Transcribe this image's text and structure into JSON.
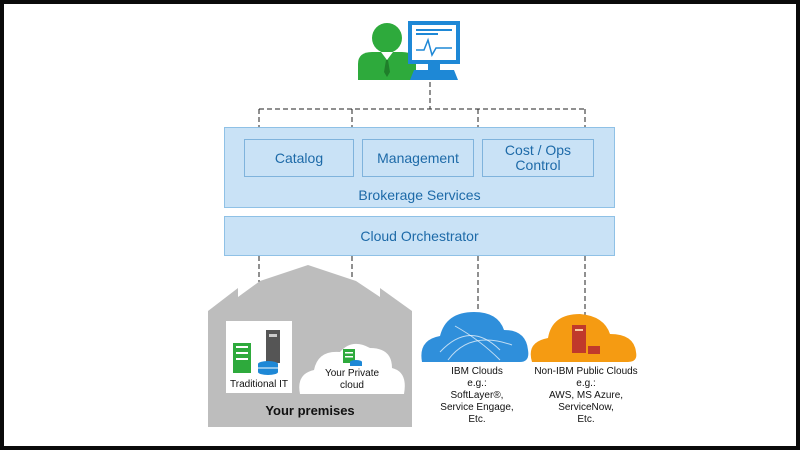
{
  "services": {
    "catalog": "Catalog",
    "management": "Management",
    "cost_ops_line1": "Cost / Ops",
    "cost_ops_line2": "Control",
    "brokerage": "Brokerage Services"
  },
  "orchestrator": "Cloud Orchestrator",
  "premises": {
    "traditional_it": "Traditional IT",
    "private_cloud_line1": "Your Private",
    "private_cloud_line2": "cloud",
    "label": "Your premises"
  },
  "ibm_clouds": {
    "lines": [
      "IBM Clouds",
      "e.g.:",
      "SoftLayer®,",
      "Service Engage,",
      "Etc."
    ]
  },
  "non_ibm_clouds": {
    "lines": [
      "Non-IBM Public Clouds",
      "e.g.:",
      "AWS, MS Azure,",
      "ServiceNow,",
      "Etc."
    ]
  },
  "colors": {
    "panel": "#c9e2f6",
    "text_blue": "#1d6aa8",
    "person_green": "#2eaa3c",
    "monitor_blue": "#1e88d6",
    "ibm_cloud": "#2f8fdb",
    "non_ibm_cloud": "#f59b12",
    "building_gray": "#bdbdbd"
  }
}
